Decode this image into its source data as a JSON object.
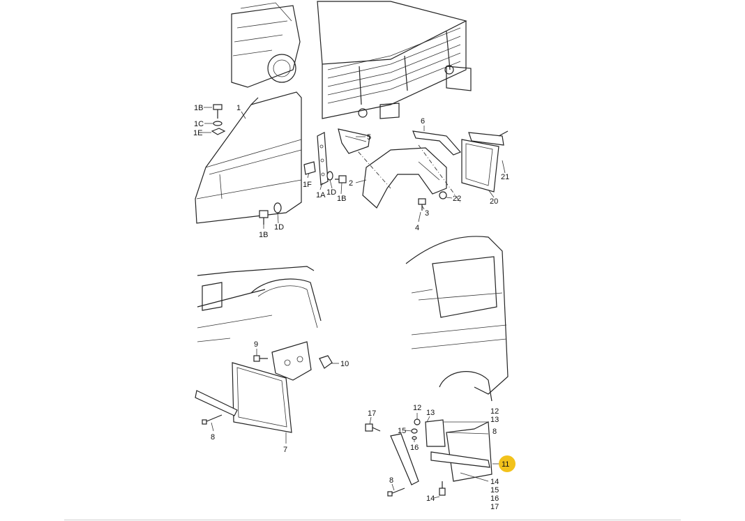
{
  "diagram": {
    "callouts_top": [
      "1",
      "1B",
      "1C",
      "1E",
      "1F",
      "1A",
      "1D",
      "1B",
      "1B",
      "1D",
      "5",
      "2",
      "6",
      "3",
      "4",
      "22",
      "21",
      "20"
    ],
    "callouts_bottom_left": [
      "9",
      "10",
      "8",
      "7"
    ],
    "callouts_bottom_right": [
      "17",
      "12",
      "13",
      "15",
      "16",
      "8",
      "14",
      "12",
      "13",
      "8",
      "14",
      "15",
      "16",
      "17"
    ],
    "hotspot": {
      "label": "11",
      "color": "#f2c21b"
    }
  }
}
